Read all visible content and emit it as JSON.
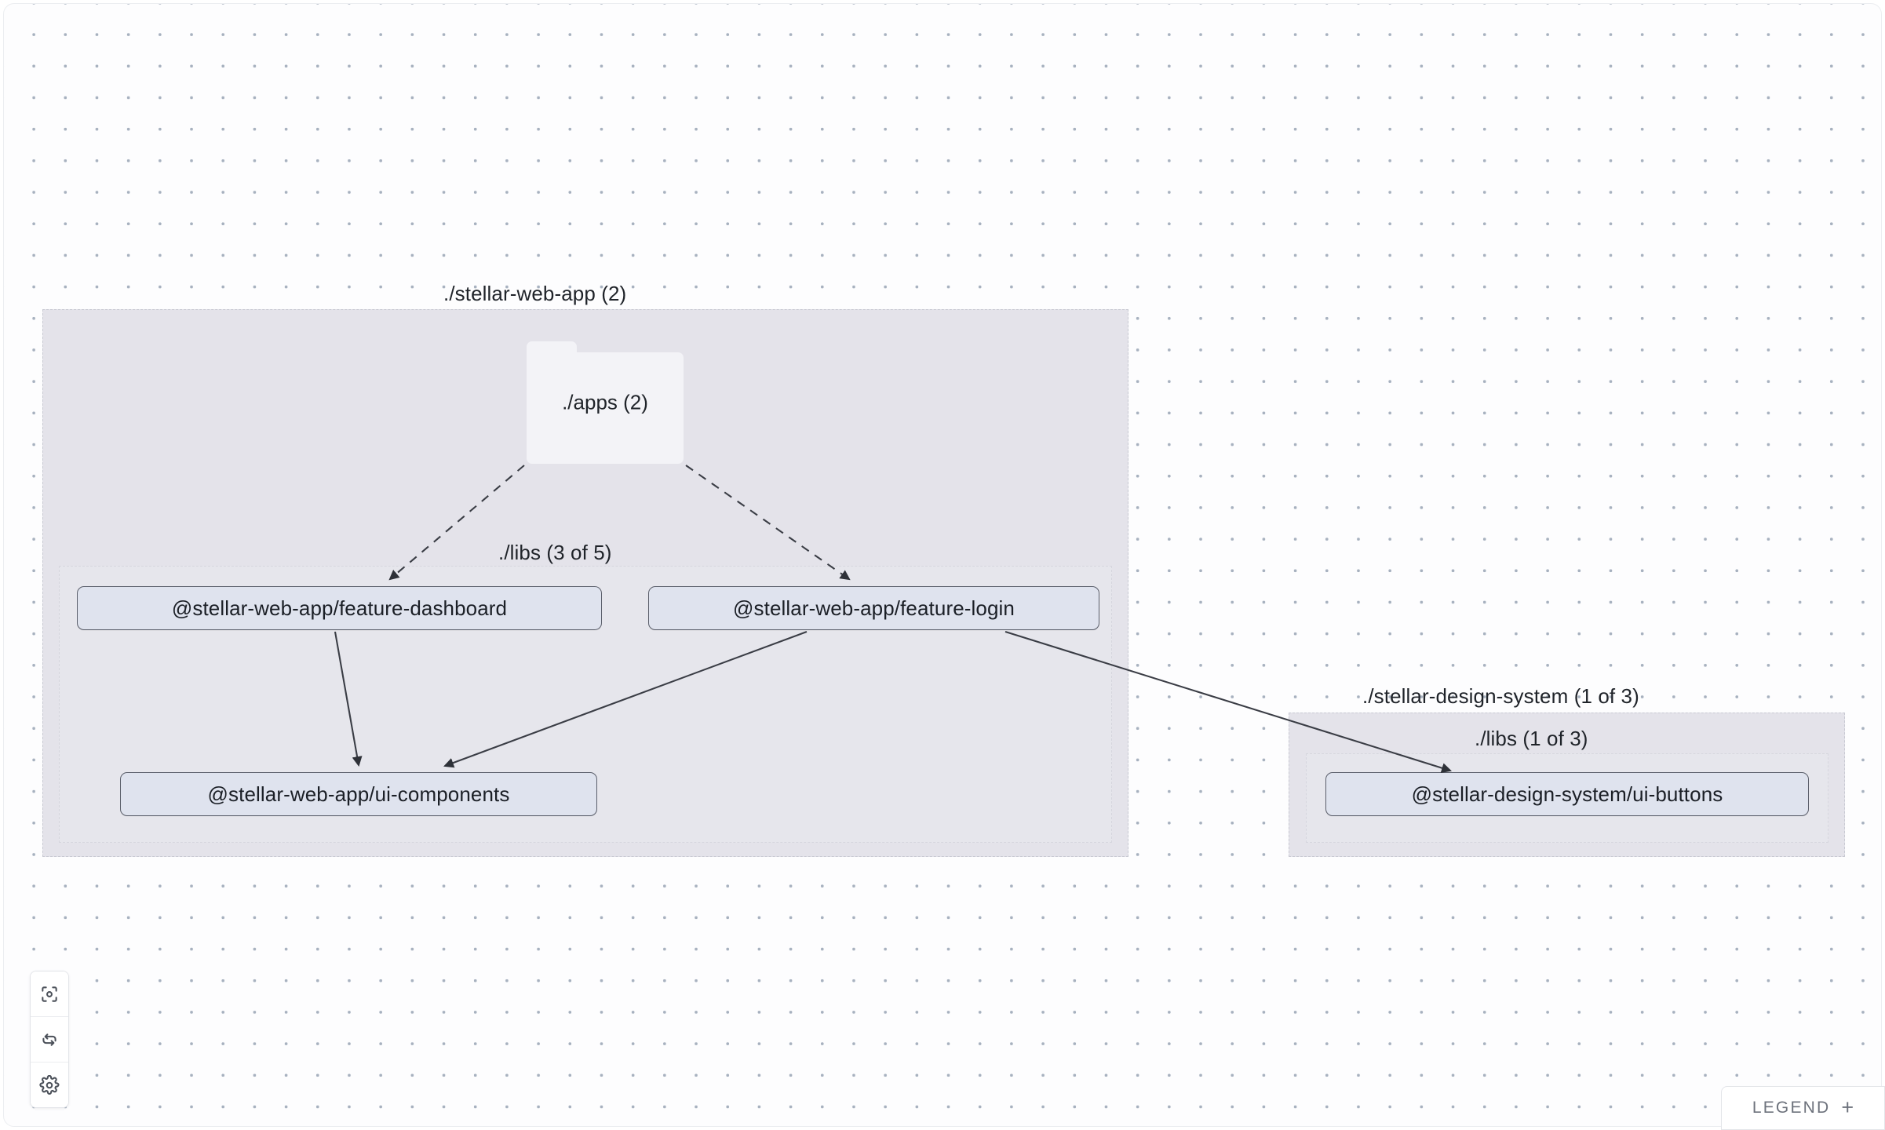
{
  "app": {
    "name": "project-graph-canvas",
    "background_color": "#fdfdfe",
    "dot_color": "#a7b1bf"
  },
  "groups": [
    {
      "id": "stellar-web-app",
      "label": "./stellar-web-app (2)",
      "fill": "#e4e3ea",
      "border": "#c8c9d2"
    },
    {
      "id": "stellar-web-app-libs",
      "label": "./libs (3 of 5)",
      "fill": "#e9e8ef",
      "border": "#d6d6de"
    },
    {
      "id": "stellar-design-system",
      "label": "./stellar-design-system (1 of 3)",
      "fill": "#e4e3ea",
      "border": "#c8c9d2"
    },
    {
      "id": "stellar-design-system-libs",
      "label": "./libs (1 of 3)",
      "fill": "#e9e8ef",
      "border": "#d6d6de"
    }
  ],
  "folders": [
    {
      "id": "apps",
      "label": "./apps (2)",
      "fill": "#f3f3f7"
    }
  ],
  "nodes": [
    {
      "id": "feature-dashboard",
      "label": "@stellar-web-app/feature-dashboard",
      "fill": "#dfe3ee",
      "border": "#5b5f6b"
    },
    {
      "id": "feature-login",
      "label": "@stellar-web-app/feature-login",
      "fill": "#dfe3ee",
      "border": "#5b5f6b"
    },
    {
      "id": "ui-components",
      "label": "@stellar-web-app/ui-components",
      "fill": "#dfe3ee",
      "border": "#5b5f6b"
    },
    {
      "id": "ui-buttons",
      "label": "@stellar-design-system/ui-buttons",
      "fill": "#dfe3ee",
      "border": "#5b5f6b"
    }
  ],
  "edges": [
    {
      "id": "apps-to-feature-dashboard",
      "from": "apps",
      "to": "feature-dashboard",
      "style": "dashed"
    },
    {
      "id": "apps-to-feature-login",
      "from": "apps",
      "to": "feature-login",
      "style": "dashed"
    },
    {
      "id": "feature-dashboard-to-ui-components",
      "from": "feature-dashboard",
      "to": "ui-components",
      "style": "solid"
    },
    {
      "id": "feature-login-to-ui-components",
      "from": "feature-login",
      "to": "ui-components",
      "style": "solid"
    },
    {
      "id": "feature-login-to-ui-buttons",
      "from": "feature-login",
      "to": "ui-buttons",
      "style": "solid"
    }
  ],
  "controls": [
    {
      "id": "focus",
      "icon": "focus-icon",
      "title": "Focus graph"
    },
    {
      "id": "refresh",
      "icon": "refresh-icon",
      "title": "Refresh graph"
    },
    {
      "id": "settings",
      "icon": "gear-icon",
      "title": "Settings"
    }
  ],
  "legend": {
    "label": "LEGEND",
    "expand_glyph": "+"
  }
}
